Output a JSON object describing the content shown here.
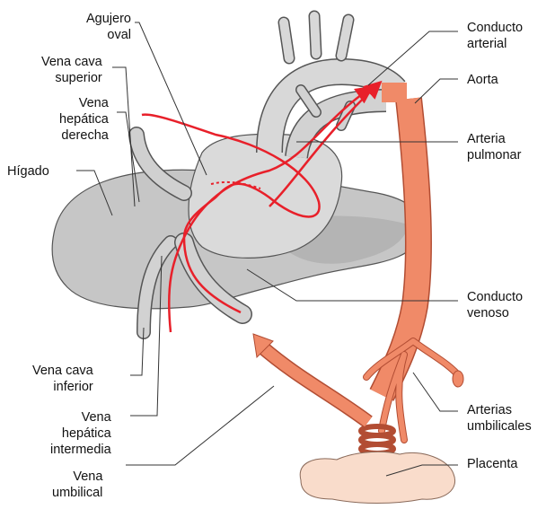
{
  "diagram": {
    "colors": {
      "organ_gray": "#c6c6c6",
      "liver_gray": "#a9a9a9",
      "vessel_salmon": "#f08a68",
      "placenta": "#f9dccb",
      "flow_red": "#e8202a"
    },
    "labels": {
      "agujero_oval": [
        "Agujero",
        "oval"
      ],
      "vena_cava_superior": [
        "Vena cava",
        "superior"
      ],
      "vena_hepatica_derecha": [
        "Vena",
        "hepática",
        "derecha"
      ],
      "higado": [
        "Hígado"
      ],
      "vena_cava_inferior": [
        "Vena cava",
        "inferior"
      ],
      "vena_hepatica_intermedia": [
        "Vena",
        "hepática",
        "intermedia"
      ],
      "vena_umbilical": [
        "Vena",
        "umbilical"
      ],
      "conducto_arterial": [
        "Conducto",
        "arterial"
      ],
      "aorta": [
        "Aorta"
      ],
      "arteria_pulmonar": [
        "Arteria",
        "pulmonar"
      ],
      "conducto_venoso": [
        "Conducto",
        "venoso"
      ],
      "arterias_umbilicales": [
        "Arterias",
        "umbilicales"
      ],
      "placenta": [
        "Placenta"
      ]
    }
  }
}
